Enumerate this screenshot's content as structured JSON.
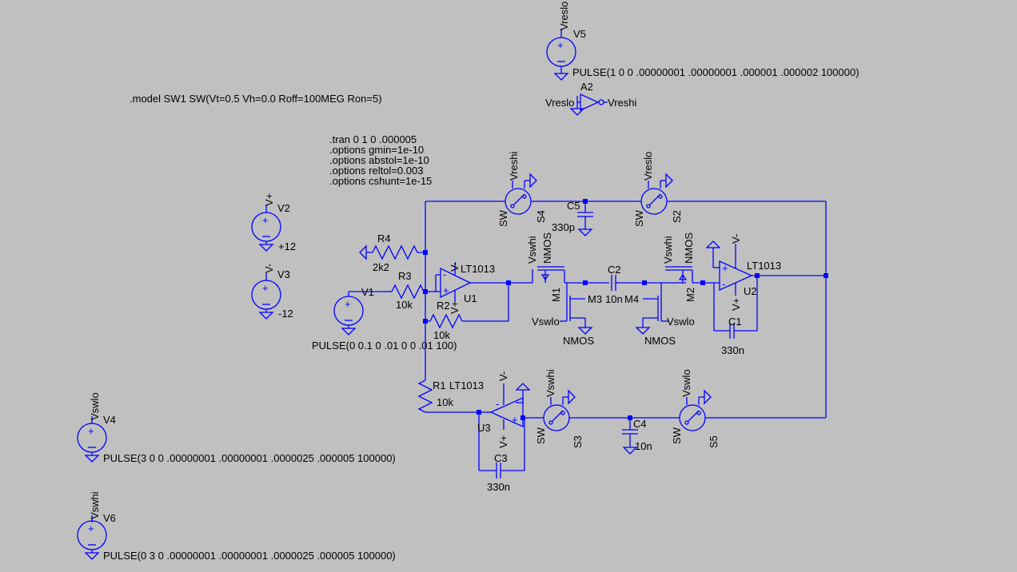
{
  "directives": {
    "model": ".model SW1 SW(Vt=0.5 Vh=0.0 Roff=100MEG Ron=5)",
    "tran": [
      ".tran 0 1 0 .000005",
      ".options gmin=1e-10",
      ".options abstol=1e-10",
      ".options reltol=0.003",
      ".options cshunt=1e-15"
    ]
  },
  "sources": {
    "v5": {
      "name": "V5",
      "net": "Vreslo",
      "value": "PULSE(1 0 0 .00000001 .00000001 .000001 .000002 100000)"
    },
    "v2": {
      "name": "V2",
      "net": "V+",
      "value": "+12"
    },
    "v3": {
      "name": "V3",
      "net": "V-",
      "value": "-12"
    },
    "v1": {
      "name": "V1",
      "value": "PULSE(0 0.1 0 .01 0 0 .01 100)"
    },
    "v4": {
      "name": "V4",
      "net": "Vswlo",
      "value": "PULSE(3 0 0 .00000001 .00000001 .0000025 .000005 100000)"
    },
    "v6": {
      "name": "V6",
      "net": "Vswhi",
      "value": "PULSE(0 3 0 .00000001 .00000001 .0000025 .000005 100000)"
    }
  },
  "gates": {
    "a2": {
      "name": "A2",
      "in": "Vreslo",
      "out": "Vreshi"
    }
  },
  "resistors": {
    "r1": {
      "name": "R1",
      "value": "10k"
    },
    "r2": {
      "name": "R2",
      "value": "10k"
    },
    "r3": {
      "name": "R3",
      "value": "10k"
    },
    "r4": {
      "name": "R4",
      "value": "2k2"
    }
  },
  "capacitors": {
    "c1": {
      "name": "C1",
      "value": "330n"
    },
    "c2": {
      "name": "C2",
      "value": "10n"
    },
    "c3": {
      "name": "C3",
      "value": "330n"
    },
    "c4": {
      "name": "C4",
      "value": "10n"
    },
    "c5": {
      "name": "C5",
      "value": "330p"
    }
  },
  "opamps": {
    "u1": {
      "name": "U1",
      "model": "LT1013",
      "vplus": "V+",
      "vminus": "V-"
    },
    "u2": {
      "name": "U2",
      "model": "LT1013",
      "vplus": "V+",
      "vminus": "V-"
    },
    "u3": {
      "name": "U3",
      "model": "LT1013",
      "vplus": "V+",
      "vminus": "V-"
    }
  },
  "switches": {
    "s2": {
      "name": "S2",
      "model": "SW",
      "ctrl": "Vreslo"
    },
    "s3": {
      "name": "S3",
      "model": "SW",
      "ctrl": "Vswhi"
    },
    "s4": {
      "name": "S4",
      "model": "SW",
      "ctrl": "Vreshi"
    },
    "s5": {
      "name": "S5",
      "model": "SW",
      "ctrl": "Vswlo"
    }
  },
  "mosfets": {
    "m1": {
      "name": "M1",
      "model": "NMOS",
      "gate": "Vswlo"
    },
    "m2": {
      "name": "M2",
      "model": "NMOS",
      "gate": "Vswhi"
    },
    "m3": {
      "name": "M3",
      "model": "NMOS",
      "gate": "Vswhi"
    },
    "m4": {
      "name": "M4",
      "model": "NMOS",
      "gate": "Vswlo"
    }
  },
  "colors": {
    "background": "#c0c0c0",
    "wire": "#0000ff",
    "text": "#000000"
  }
}
